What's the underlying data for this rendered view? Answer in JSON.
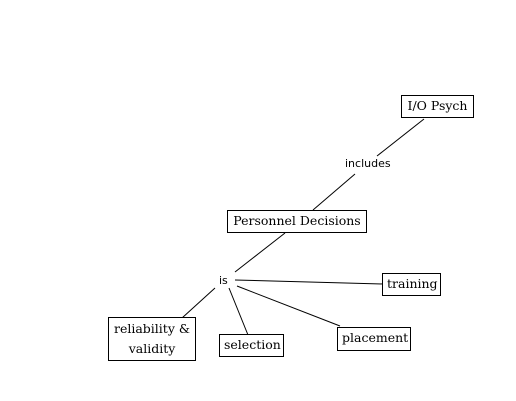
{
  "concepts": {
    "io_psych": "I/O Psych",
    "personnel_decisions": "Personnel Decisions",
    "training": "training",
    "placement": "placement",
    "selection": "selection",
    "reliability_validity": [
      "reliability &",
      "validity"
    ]
  },
  "linking_phrases": {
    "includes": "includes",
    "is": "is"
  },
  "colors": {
    "line": "#000000",
    "box_border": "#000000",
    "background": "#ffffff"
  }
}
